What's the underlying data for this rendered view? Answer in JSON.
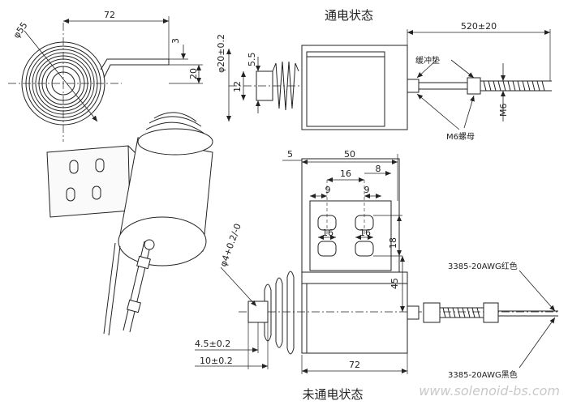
{
  "titles": {
    "energized": "通电状态",
    "de_energized": "未通电状态"
  },
  "dims_round_view": {
    "width": "72",
    "diameter": "φ55",
    "flange_thickness": "3",
    "flange_height": "20"
  },
  "dims_energized": {
    "cable_length": "520±20",
    "shaft_diameter": "φ20±0.2",
    "plunger_width": "5.5",
    "plunger_height": "12",
    "thread": "M6"
  },
  "labels_energized": {
    "buffer_pad": "缓冲垫",
    "nut": "M6螺母"
  },
  "dims_de_energized": {
    "top_offset": "5",
    "bracket_width": "50",
    "slot_spacing": "16",
    "slot_edge": "8",
    "slot_left": "9",
    "slot_right": "9",
    "slot_left_width": "16",
    "slot_right_width": "16",
    "slot_height": "18",
    "body_height": "45",
    "hole_diameter": "φ4+0.2/-0",
    "stroke": "4.5±0.2",
    "plunger_length": "10±0.2",
    "body_length": "72"
  },
  "wires": {
    "red": "3385-20AWG红色",
    "black": "3385-20AWG黑色"
  },
  "watermark": "www.solenoid-bs.com"
}
